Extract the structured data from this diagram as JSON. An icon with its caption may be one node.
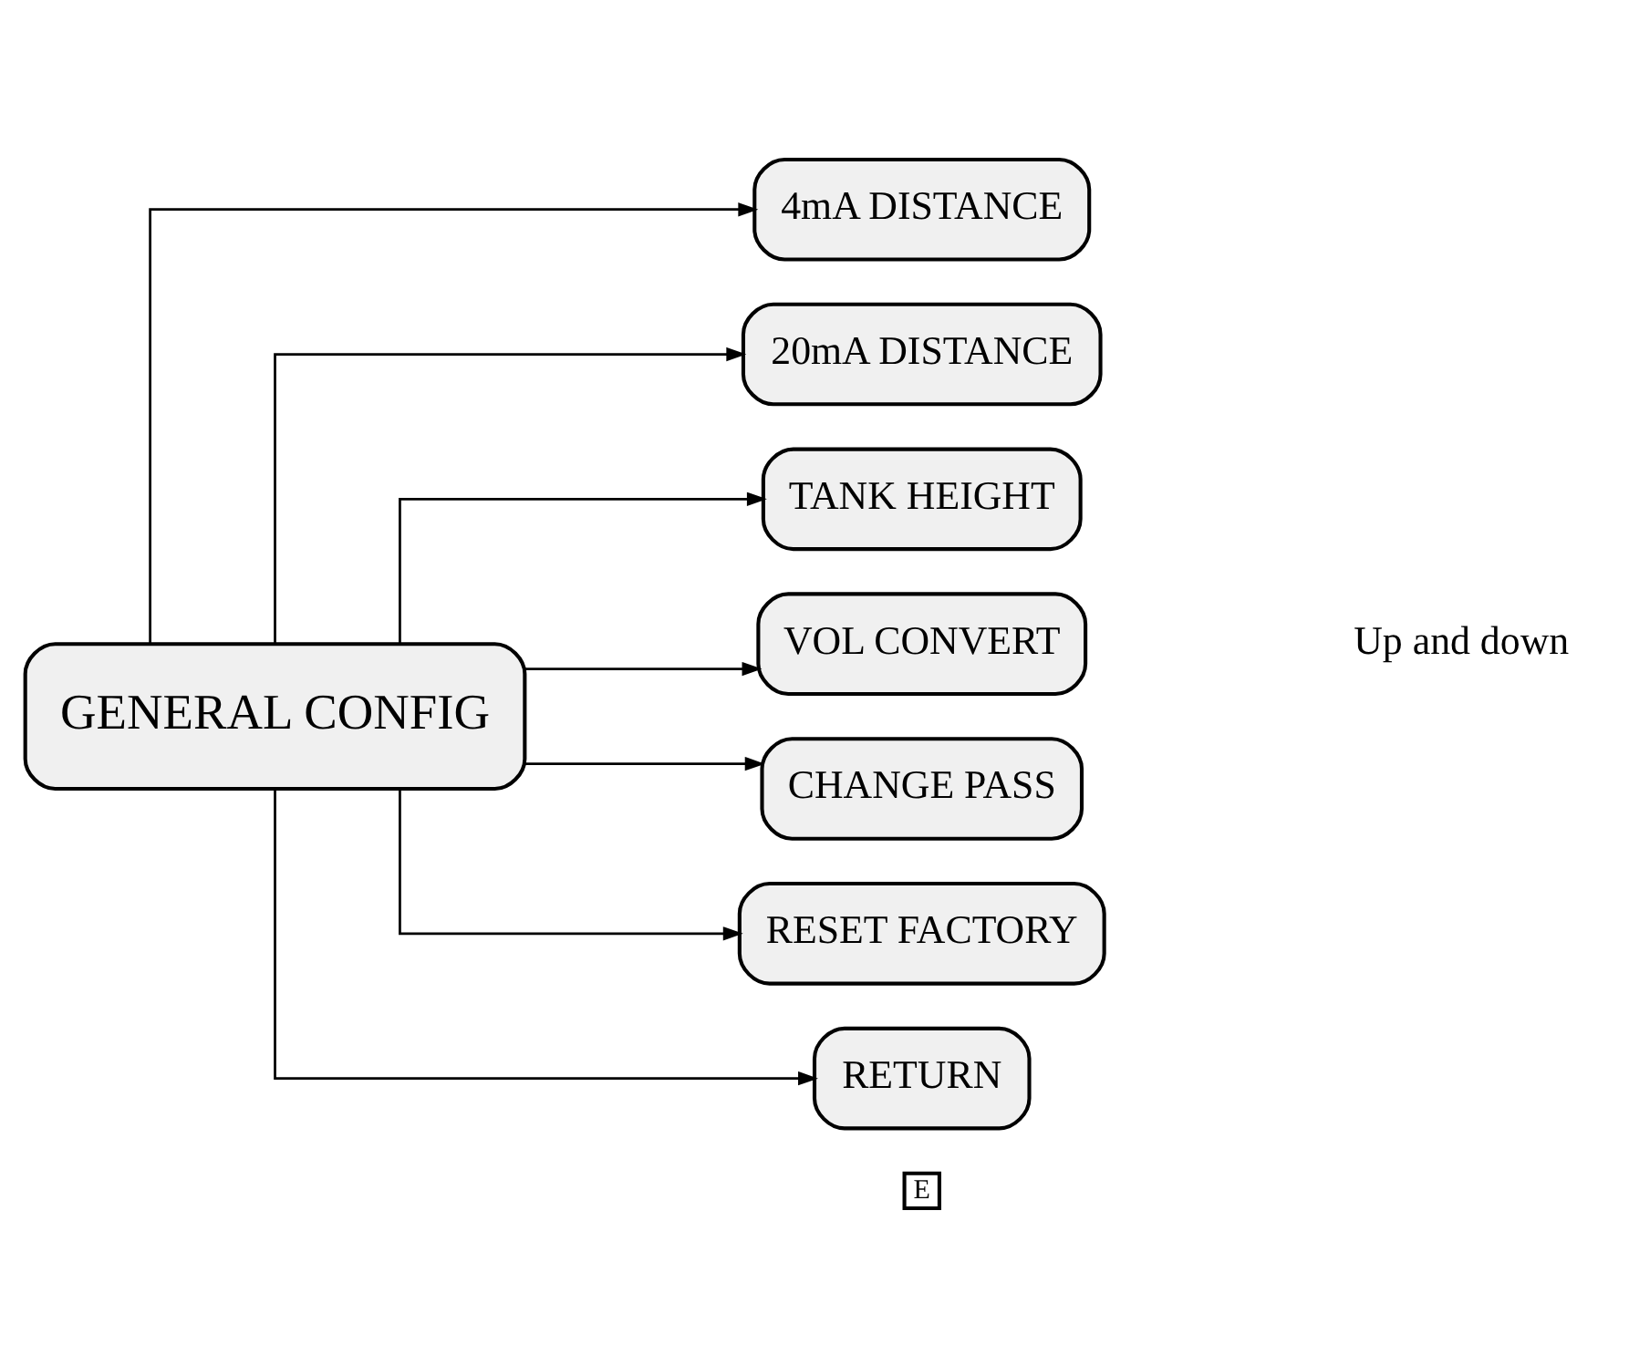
{
  "diagram": {
    "nodes": [
      {
        "text": [
          "GENERAL CONFIG"
        ]
      },
      {
        "text": [
          "4mA DISTANCE"
        ]
      },
      {
        "text": [
          "20mA DISTANCE"
        ]
      },
      {
        "text": [
          "TANK HEIGHT"
        ]
      },
      {
        "text": [
          "VOL CONVERT"
        ]
      },
      {
        "text": [
          "CHANGE PASS"
        ]
      },
      {
        "text": [
          "RESET FACTORY"
        ]
      },
      {
        "text": [
          "RETURN"
        ]
      }
    ],
    "edges": [
      {
        "from": 0,
        "to": 1,
        "arrow": "to"
      },
      {
        "from": 0,
        "to": 2,
        "arrow": "to"
      },
      {
        "from": 0,
        "to": 3,
        "arrow": "to"
      },
      {
        "from": 0,
        "to": 4,
        "arrow": "to"
      },
      {
        "from": 0,
        "to": 5,
        "arrow": "to"
      },
      {
        "from": 0,
        "to": 6,
        "arrow": "to"
      },
      {
        "from": 0,
        "to": 7,
        "arrow": "to"
      }
    ],
    "labels": [
      "E",
      "Up and down"
    ]
  }
}
